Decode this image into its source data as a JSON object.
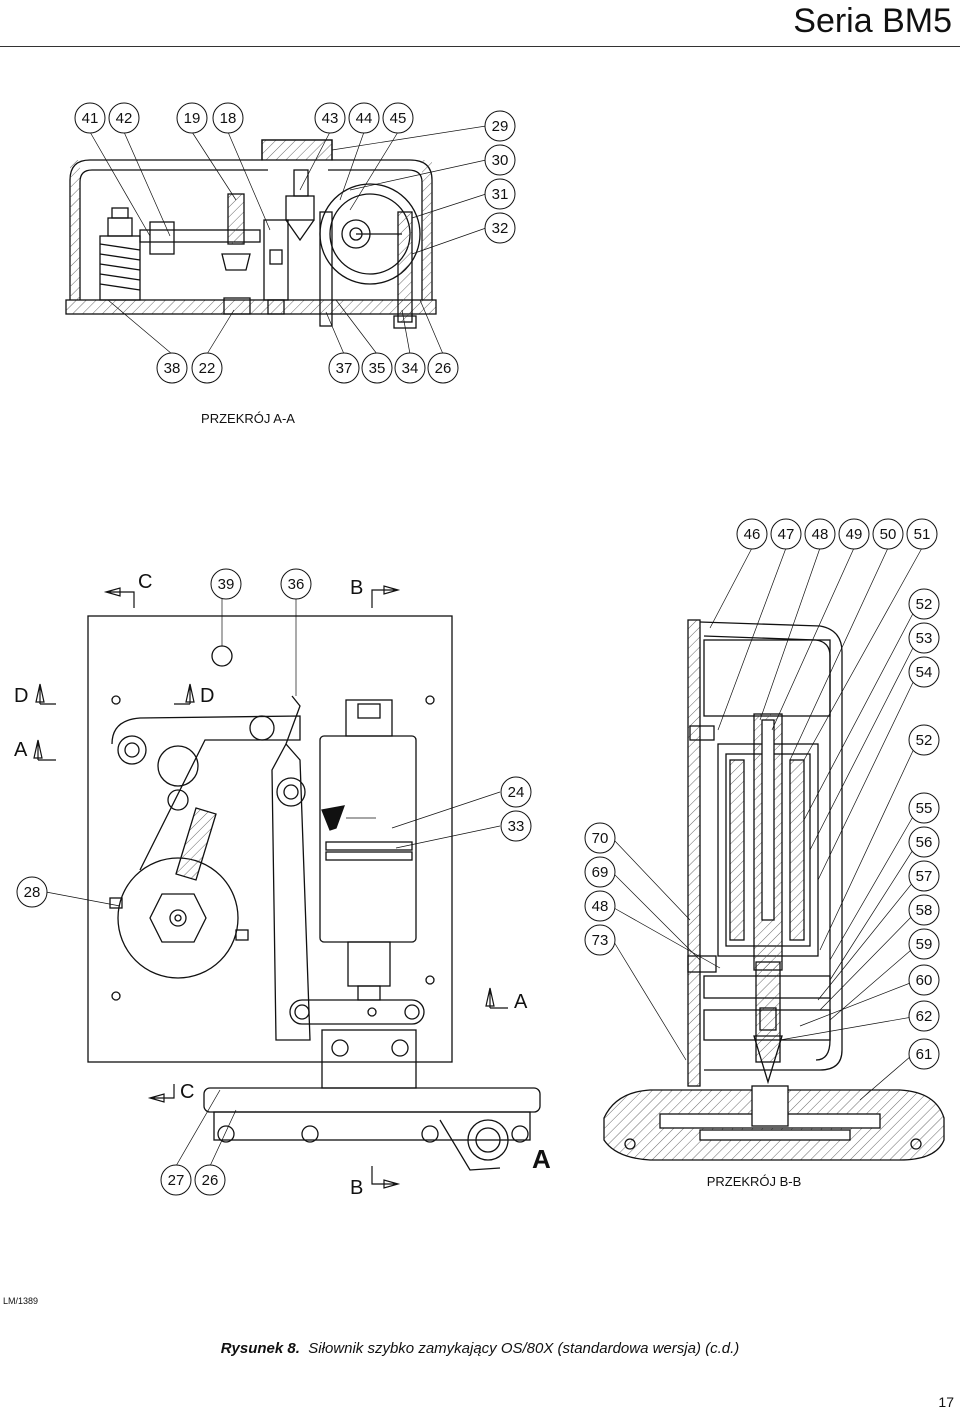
{
  "header": {
    "title": "Seria BM5"
  },
  "drawing_code": "LM/1389",
  "caption": {
    "label": "Rysunek 8.",
    "text": "Siłownik szybko zamykający OS/80X (standardowa wersja) (c.d.)"
  },
  "page_number": "17",
  "section_titles": {
    "aa": "PRZEKRÓJ A-A",
    "bb": "PRZEKRÓJ B-B"
  },
  "section_letters": {
    "c_top": "C",
    "b_top": "B",
    "d_left": "D",
    "d_right": "D",
    "a_left": "A",
    "a_right": "A",
    "c_bottom": "C",
    "b_bottom": "B",
    "a_big": "A"
  },
  "callouts": {
    "aa_top": [
      "41",
      "42",
      "19",
      "18",
      "43",
      "44",
      "45"
    ],
    "aa_right": [
      "29",
      "30",
      "31",
      "32"
    ],
    "aa_bottom": [
      "38",
      "22",
      "37",
      "35",
      "34",
      "26"
    ],
    "front_top": [
      "39",
      "36"
    ],
    "front_left": [
      "28"
    ],
    "front_mid": [
      "24",
      "33"
    ],
    "front_bottom": [
      "27",
      "26"
    ],
    "bb_top": [
      "46",
      "47",
      "48",
      "49",
      "50",
      "51"
    ],
    "bb_right": [
      "52",
      "53",
      "54",
      "52",
      "55",
      "56",
      "57",
      "58",
      "59",
      "60",
      "62",
      "61"
    ],
    "bb_left": [
      "70",
      "69",
      "48",
      "73"
    ]
  }
}
